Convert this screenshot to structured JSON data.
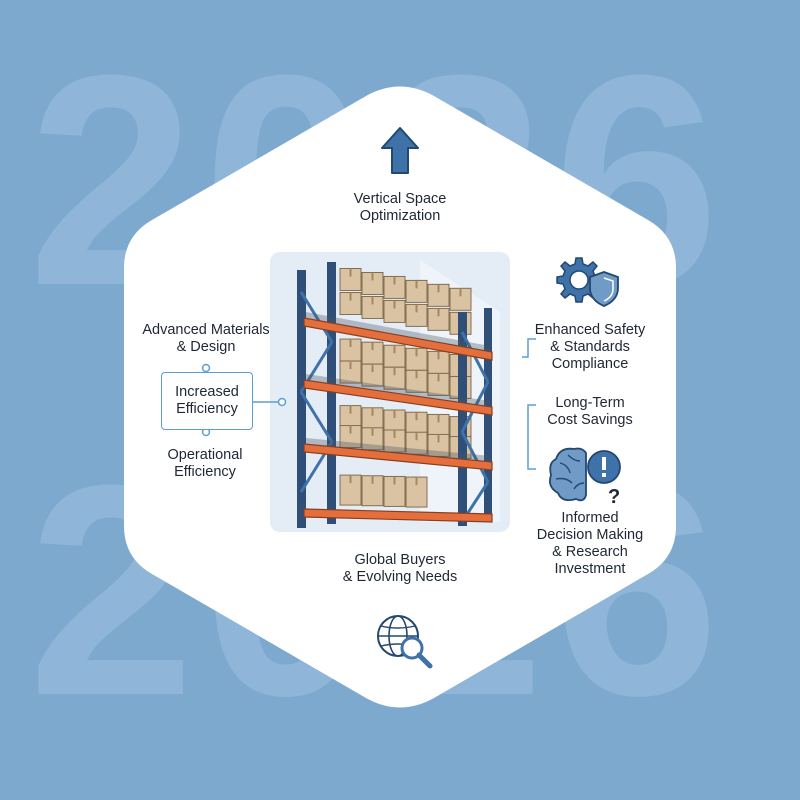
{
  "background": {
    "year_top": "2026",
    "year_bottom": "2026",
    "color": "#7ea9cf"
  },
  "labels": {
    "vertical_space": "Vertical Space\nOptimization",
    "advanced_materials": "Advanced Materials\n& Design",
    "increased_efficiency": "Increased\nEfficiency",
    "operational_efficiency": "Operational\nEfficiency",
    "enhanced_safety": "Enhanced Safety\n& Standards\nCompliance",
    "long_term": "Long-Term\nCost Savings",
    "informed_decision": "Informed\nDecision Making\n& Research\nInvestment",
    "global_buyers": "Global Buyers\n& Evolving Needs"
  },
  "icons": {
    "top": "up-arrow-icon",
    "safety": "gear-shield-icon",
    "decision": "brain-question-icon",
    "global": "globe-search-icon"
  },
  "colors": {
    "accent_blue": "#3f72a8",
    "shelf_orange": "#e46f3d",
    "frame_navy": "#2f4f78",
    "box_tan": "#d9c3a2",
    "connector": "#5d9ed6"
  }
}
